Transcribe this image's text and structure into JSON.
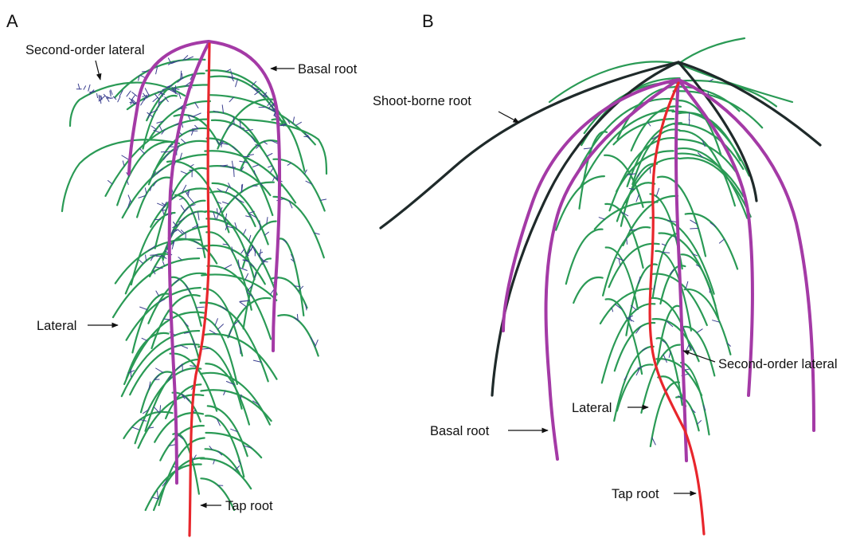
{
  "panels": [
    {
      "letter": "A",
      "labels": {
        "second_order_lateral": "Second-order lateral",
        "basal_root": "Basal root",
        "lateral": "Lateral",
        "tap_root": "Tap root"
      }
    },
    {
      "letter": "B",
      "labels": {
        "shoot_borne_root": "Shoot-borne root",
        "second_order_lateral": "Second-order lateral",
        "lateral": "Lateral",
        "basal_root": "Basal root",
        "tap_root": "Tap root"
      }
    }
  ],
  "colors": {
    "tap_root": "#e8262c",
    "basal_root": "#a43aa6",
    "lateral": "#2a9a55",
    "second_order_lateral": "#3b3f8f",
    "shoot_borne_root": "#1f2a2a"
  }
}
